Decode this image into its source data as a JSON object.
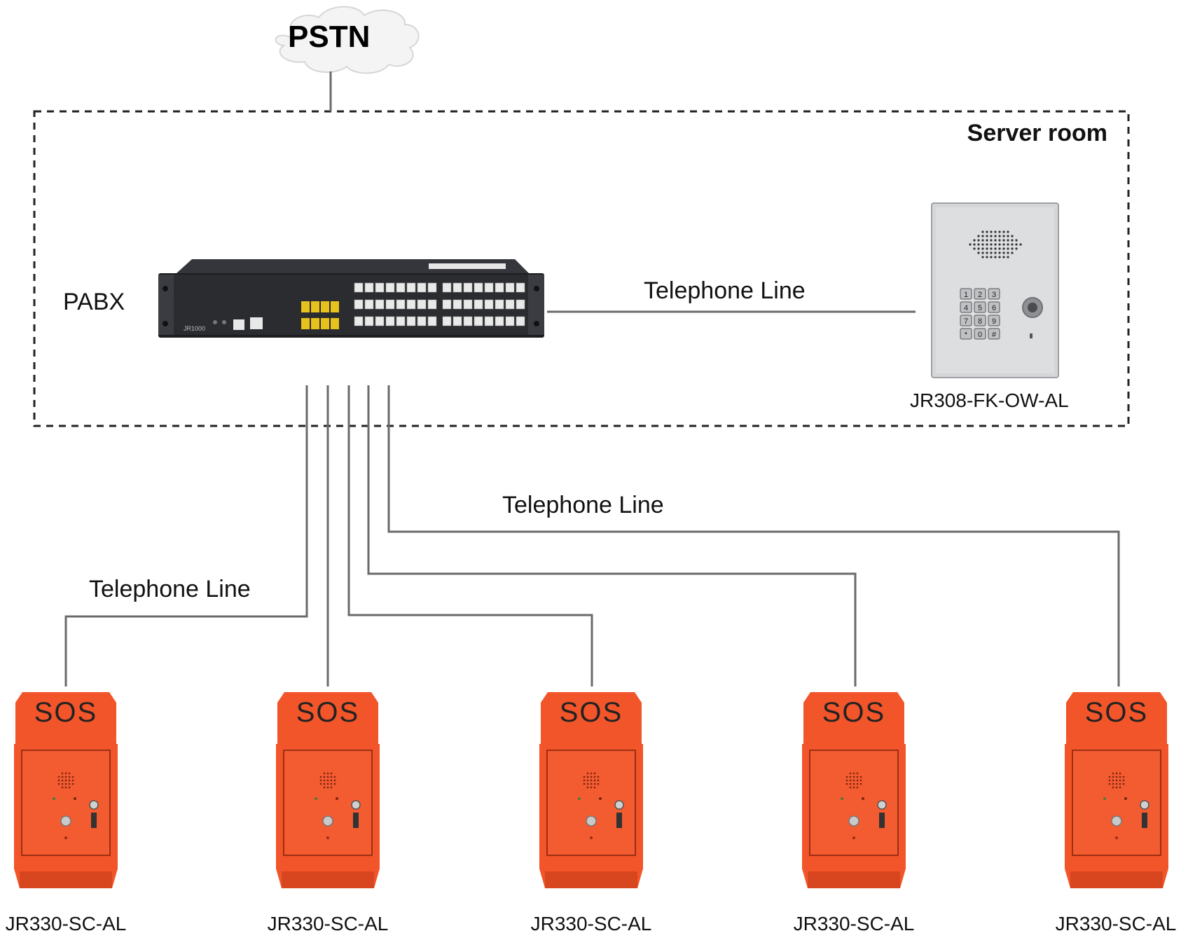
{
  "network": {
    "label": "PSTN"
  },
  "server_room": {
    "label": "Server room"
  },
  "pabx": {
    "label": "PABX",
    "model_text": "JR1000"
  },
  "lines": {
    "pabx_to_phone": "Telephone Line",
    "trunk_right": "Telephone Line",
    "trunk_left": "Telephone Line"
  },
  "wall_phone": {
    "model": "JR308-FK-OW-AL",
    "keys": [
      "1",
      "2",
      "3",
      "4",
      "5",
      "6",
      "7",
      "8",
      "9",
      "*",
      "0",
      "#"
    ]
  },
  "sos_units": [
    {
      "banner": "SOS",
      "model": "JR330-SC-AL"
    },
    {
      "banner": "SOS",
      "model": "JR330-SC-AL"
    },
    {
      "banner": "SOS",
      "model": "JR330-SC-AL"
    },
    {
      "banner": "SOS",
      "model": "JR330-SC-AL"
    },
    {
      "banner": "SOS",
      "model": "JR330-SC-AL"
    }
  ],
  "colors": {
    "line": "#666666",
    "sos_orange": "#f2552a",
    "pabx_body": "#2a2c30",
    "port_yellow": "#e8c21c",
    "phone_steel": "#d4d6d8"
  }
}
